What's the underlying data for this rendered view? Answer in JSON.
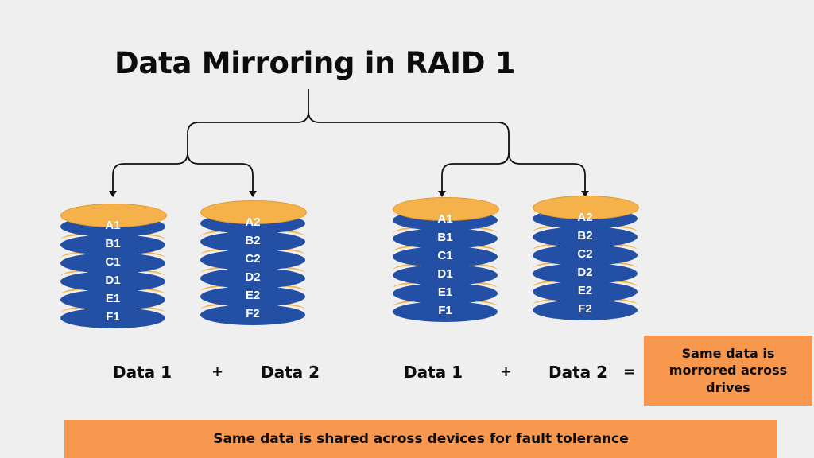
{
  "title": "Data Mirroring in RAID 1",
  "colors": {
    "background": "#efefef",
    "disk_blue": "#2350a5",
    "disk_orange": "#f6b24a",
    "box_orange": "#f8974e",
    "connector": "#111111"
  },
  "groups": [
    {
      "disks": [
        {
          "labels": [
            "A1",
            "B1",
            "C1",
            "D1",
            "E1",
            "F1"
          ]
        },
        {
          "labels": [
            "A2",
            "B2",
            "C2",
            "D2",
            "E2",
            "F2"
          ]
        }
      ],
      "left_label": "Data 1",
      "operator": "+",
      "right_label": "Data 2"
    },
    {
      "disks": [
        {
          "labels": [
            "A1",
            "B1",
            "C1",
            "D1",
            "E1",
            "F1"
          ]
        },
        {
          "labels": [
            "A2",
            "B2",
            "C2",
            "D2",
            "E2",
            "F2"
          ]
        }
      ],
      "left_label": "Data 1",
      "operator": "+",
      "right_label": "Data 2",
      "equals": "="
    }
  ],
  "note": "Same data is morrored across drives",
  "footer": "Same data is shared across devices for fault tolerance"
}
